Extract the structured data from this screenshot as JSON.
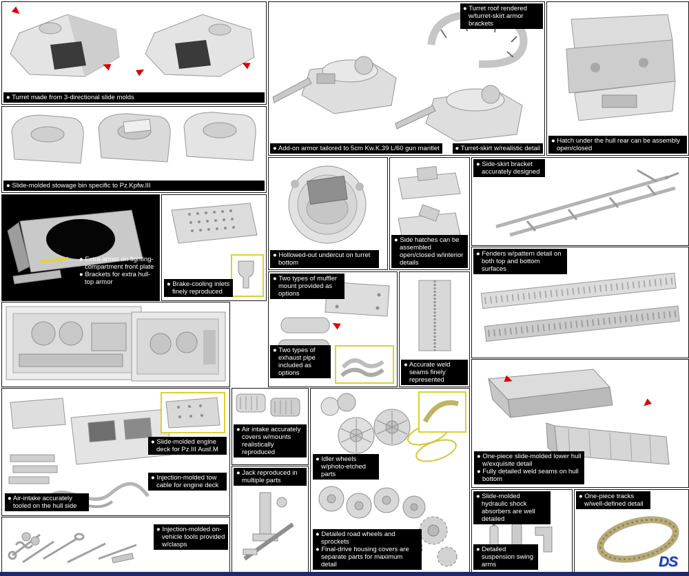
{
  "colors": {
    "label_bg": "#000000",
    "label_fg": "#ffffff",
    "highlight_yellow": "#ded02f",
    "arrow_red": "#dd0000",
    "footer_navy": "#1e2a68",
    "track_tan": "#b7ab7c",
    "logo_blue": "#1d3db0"
  },
  "logo": {
    "text": "DS"
  },
  "panels": {
    "turret": {
      "caption": "● Turret made from 3-directional slide molds"
    },
    "stowage": {
      "caption": "● Slide-molded stowage bin specific to Pz.Kpfw.III"
    },
    "extra_armor": {
      "caption1": "● Extra armor on fighting-compartment front plate",
      "caption2": "● Brackets for extra hull-top armor"
    },
    "brake": {
      "caption": "● Brake-cooling inlets finely reproduced"
    },
    "turret_roof": {
      "caption_roof": "● Turret roof rendered w/turret-skirt armor brackets",
      "caption_addon": "● Add-on armor tailored to 5cm Kw.K.39 L/60 gun mantlet",
      "caption_skirt": "● Turret-skirt w/realistic detail"
    },
    "hull_rear": {
      "caption": "● Hatch under the hull rear can be assembly open/closed"
    },
    "turret_bottom": {
      "caption": "● Hollowed-out undercut on turret bottom"
    },
    "side_hatches": {
      "caption": "● Side hatches can be assembled open/closed w/interior details"
    },
    "side_skirt": {
      "caption": "● Side-skirt bracket accurately designed"
    },
    "fenders": {
      "caption": "● Fenders w/pattern detail on both top and bottom surfaces"
    },
    "muffler": {
      "caption_mount": "● Two types of muffler mount provided as options",
      "caption_exhaust": "● Two types of exhaust pipe included as options"
    },
    "weld": {
      "caption": "● Accurate weld seams finely represented"
    },
    "engine_deck": {
      "caption_deck": "● Slide-molded engine deck for Pz.III Ausf.M",
      "caption_cable": "● Injection-molded tow cable for engine deck",
      "caption_intake": "● Air-intake accurately tooled on the hull side"
    },
    "tools": {
      "caption": "● Injection-molded on-vehicle tools provided w/clasps"
    },
    "intake_covers": {
      "caption": "● Air intake accurately covers w/mounts realistically reproduced"
    },
    "jack": {
      "caption": "● Jack reproduced in multiple parts"
    },
    "wheels": {
      "caption_idler": "● Idler wheels w/photo-etched parts",
      "caption_road": "● Detailed road wheels and sprockets",
      "caption_final": "● Final-drive housing covers are separate parts for maximum detail"
    },
    "lower_hull": {
      "caption1": "● One-piece slide-molded lower hull w/exquisite detail",
      "caption2": "● Fully detailed weld seams on hull bottom"
    },
    "shock": {
      "caption_shock": "● Slide-molded hydraulic shock absorbers are well detailed",
      "caption_swing": "● Detailed suspension swing arms"
    },
    "tracks": {
      "caption": "● One-piece tracks w/well-defined detail"
    }
  }
}
